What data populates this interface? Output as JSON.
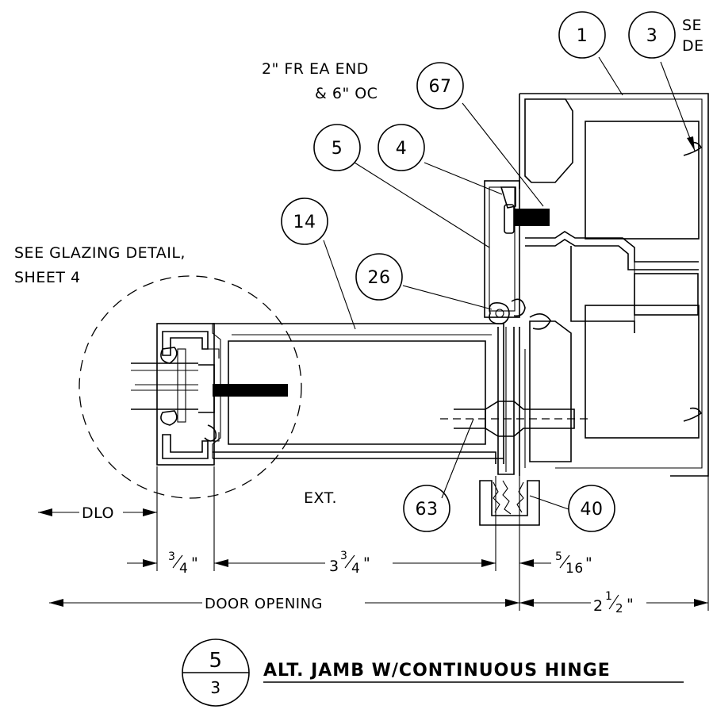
{
  "notes": {
    "fastener_line1": "2\" FR EA END",
    "fastener_line2": "& 6\" OC",
    "glazing_line1": "SEE GLAZING DETAIL,",
    "glazing_line2": "SHEET 4",
    "see_detail_line1": "SE",
    "see_detail_line2": "DE",
    "ext": "EXT."
  },
  "callouts": [
    {
      "id": "callout-1",
      "label": "1"
    },
    {
      "id": "callout-3",
      "label": "3"
    },
    {
      "id": "callout-67",
      "label": "67"
    },
    {
      "id": "callout-5",
      "label": "5"
    },
    {
      "id": "callout-4",
      "label": "4"
    },
    {
      "id": "callout-14",
      "label": "14"
    },
    {
      "id": "callout-26",
      "label": "26"
    },
    {
      "id": "callout-63",
      "label": "63"
    },
    {
      "id": "callout-40",
      "label": "40"
    }
  ],
  "dimensions": {
    "dlo": "DLO",
    "three_quarter": {
      "whole": "",
      "num": "3",
      "den": "4",
      "unit": "\""
    },
    "three_three_quarter": {
      "whole": "3",
      "num": "3",
      "den": "4",
      "unit": "\""
    },
    "five_sixteenth": {
      "whole": "",
      "num": "5",
      "den": "16",
      "unit": "\""
    },
    "door_opening": "DOOR OPENING",
    "two_half": {
      "whole": "2",
      "num": "1",
      "den": "2",
      "unit": "\""
    }
  },
  "title": {
    "detail_number": "5",
    "sheet_number": "3",
    "text": "ALT. JAMB W/CONTINUOUS HINGE"
  }
}
